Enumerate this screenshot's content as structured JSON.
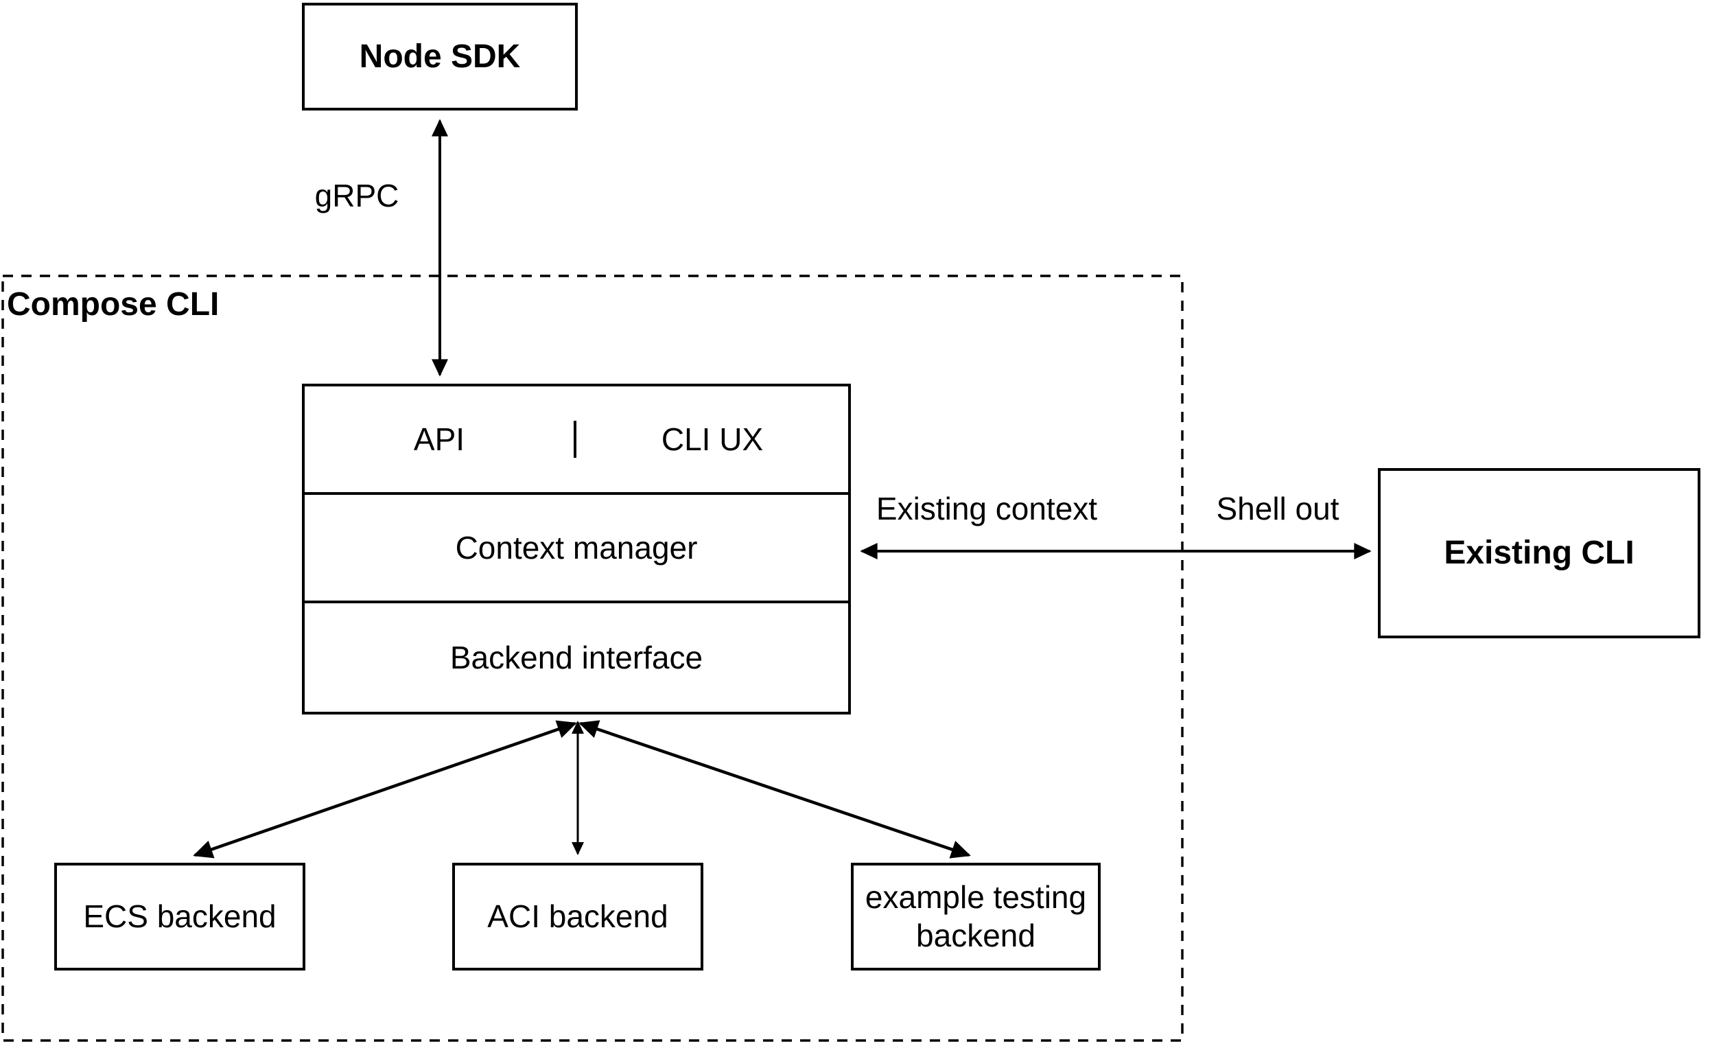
{
  "nodes": {
    "node_sdk": {
      "label": "Node SDK"
    },
    "compose_cli_container": {
      "label": "Compose CLI"
    },
    "api": {
      "label": "API"
    },
    "cli_ux": {
      "label": "CLI UX"
    },
    "context_manager": {
      "label": "Context manager"
    },
    "backend_interface": {
      "label": "Backend interface"
    },
    "existing_cli": {
      "label": "Existing CLI"
    },
    "ecs_backend": {
      "label": "ECS backend"
    },
    "aci_backend": {
      "label": "ACI backend"
    },
    "example_testing_backend": {
      "label": "example testing backend"
    }
  },
  "edges": {
    "grpc": {
      "label": "gRPC"
    },
    "existing_context": {
      "label": "Existing context"
    },
    "shell_out": {
      "label": "Shell out"
    }
  },
  "colors": {
    "stroke": "#000000",
    "background": "#ffffff",
    "text": "#000000"
  }
}
